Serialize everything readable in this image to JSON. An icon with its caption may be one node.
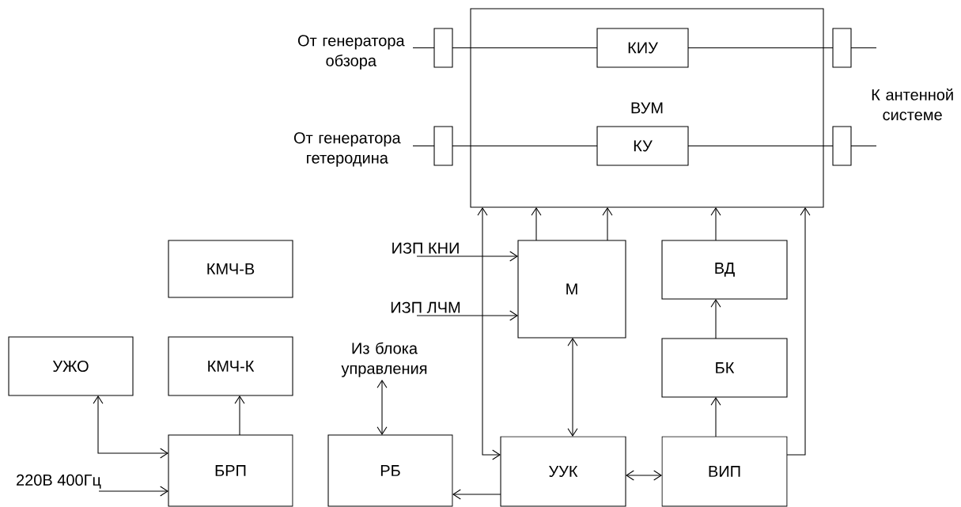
{
  "diagram": {
    "nodes": [
      {
        "text": [
          "ВУМ"
        ]
      },
      {
        "text": [
          "КИУ"
        ],
        "in": 0
      },
      {
        "text": [
          "КУ"
        ],
        "in": 0
      },
      {
        "text": [
          "От генератора обзора"
        ]
      },
      {
        "text": [],
        "shape": "box"
      },
      {
        "text": [
          "От генератора гетеродина"
        ]
      },
      {
        "text": [],
        "shape": "box"
      },
      {
        "text": [],
        "shape": "box"
      },
      {
        "text": [],
        "shape": "box"
      },
      {
        "text": [
          "ИЗП КНИ"
        ]
      },
      {
        "text": [
          "ИЗП ЛЧМ"
        ]
      },
      {
        "text": [
          "М"
        ]
      },
      {
        "text": [
          "ВД"
        ]
      },
      {
        "text": [
          "КМЧ-В"
        ]
      },
      {
        "text": [
          "УЖО"
        ]
      },
      {
        "text": [
          "КМЧ-К"
        ]
      },
      {
        "text": [
          "Из блока управления"
        ]
      },
      {
        "text": [
          "БК"
        ]
      },
      {
        "text": [
          "220В 400Гц"
        ]
      },
      {
        "text": [
          "БРП"
        ]
      },
      {
        "text": [
          "РБ"
        ]
      },
      {
        "text": [
          "УУК"
        ]
      },
      {
        "text": [
          "ВИП"
        ]
      }
    ],
    "edges": [
      {
        "from": 3,
        "to": 4,
        "arrow": "none"
      },
      {
        "from": 4,
        "to": 1,
        "arrow": "none"
      },
      {
        "from": 1,
        "to": 7,
        "arrow": "none"
      },
      {
        "from": 7,
        "to": null,
        "arrow": "none"
      },
      {
        "from": 5,
        "to": 6,
        "arrow": "none"
      },
      {
        "from": 6,
        "to": 2,
        "arrow": "none"
      },
      {
        "from": 2,
        "to": 8,
        "arrow": "none"
      },
      {
        "from": 8,
        "to": null,
        "arrow": "none"
      },
      {
        "from": 9,
        "to": 11,
        "arrow": "to"
      },
      {
        "from": 10,
        "to": 11,
        "arrow": "to"
      },
      {
        "from": 11,
        "to": 0,
        "arrow": "to"
      },
      {
        "from": 11,
        "to": 0,
        "arrow": "to"
      },
      {
        "from": 21,
        "to": 0,
        "arrow": "both"
      },
      {
        "from": 11,
        "to": 21,
        "arrow": "both"
      },
      {
        "from": 21,
        "to": 22,
        "arrow": "both"
      },
      {
        "from": 21,
        "to": 20,
        "arrow": "to"
      },
      {
        "from": 22,
        "to": 17,
        "arrow": "to"
      },
      {
        "from": 17,
        "to": 12,
        "arrow": "to"
      },
      {
        "from": 12,
        "to": 0,
        "arrow": "to"
      },
      {
        "from": 22,
        "to": 0,
        "arrow": "to"
      },
      {
        "from": 16,
        "to": 20,
        "arrow": "both"
      },
      {
        "from": 18,
        "to": 19,
        "arrow": "to"
      },
      {
        "from": 14,
        "to": 19,
        "arrow": "both"
      },
      {
        "from": 19,
        "to": 15,
        "arrow": "to"
      }
    ],
    "labels": [
      "К антенной системе"
    ]
  }
}
